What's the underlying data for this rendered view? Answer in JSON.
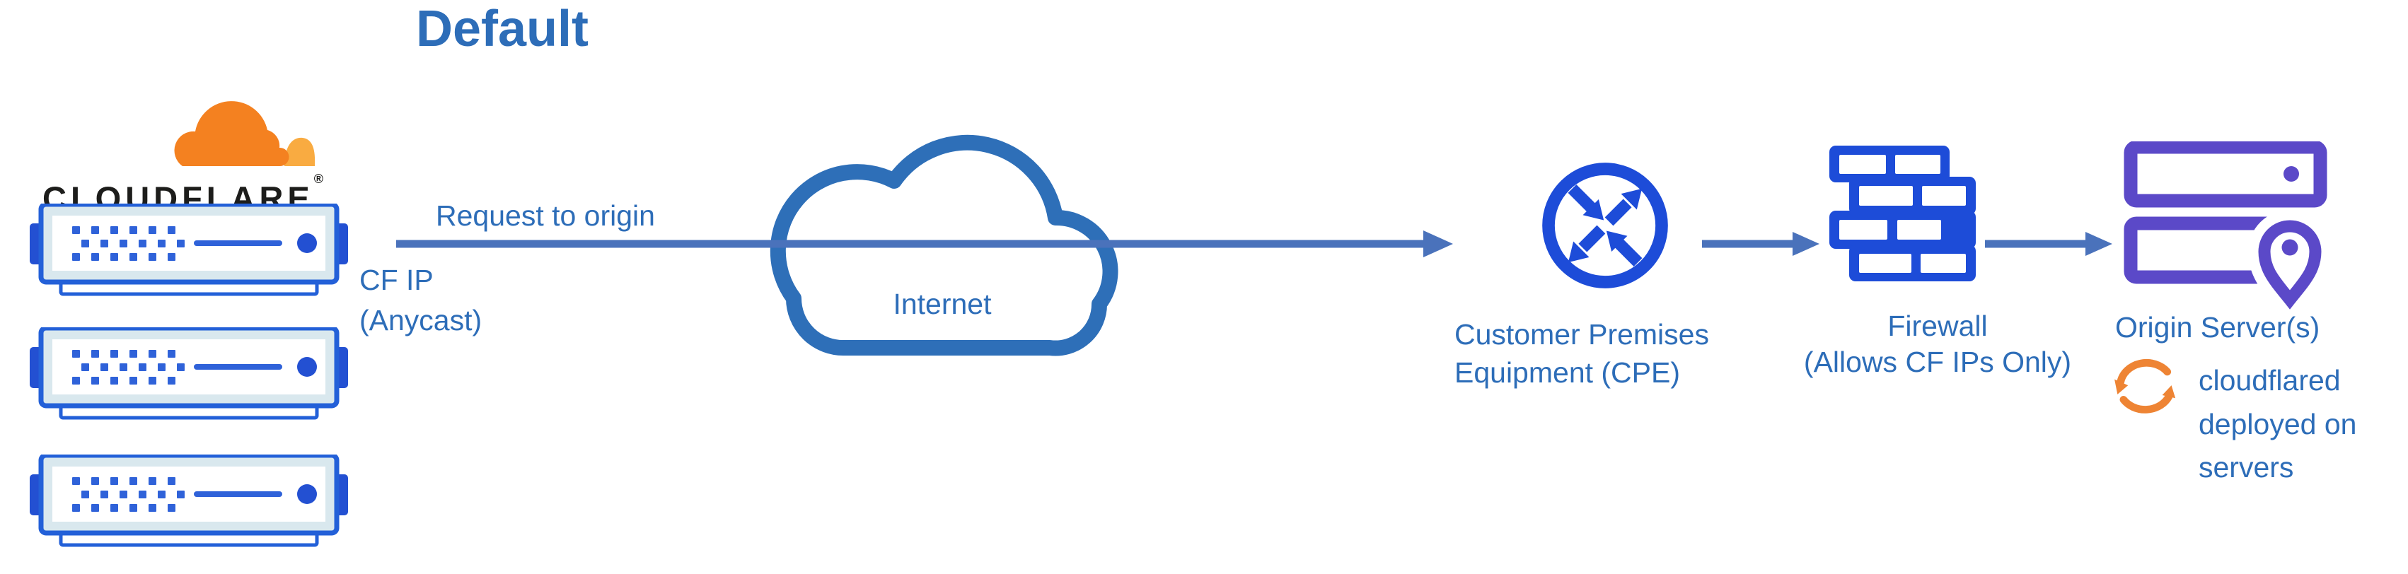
{
  "title": "Default",
  "cloudflare": {
    "wordmark": "CLOUDFLARE",
    "registered_mark": "®"
  },
  "connector": {
    "request_label": "Request to origin",
    "cf_ip_label": "CF IP\n(Anycast)"
  },
  "internet": {
    "label": "Internet"
  },
  "cpe": {
    "label": "Customer Premises\nEquipment (CPE)"
  },
  "firewall": {
    "label": "Firewall\n(Allows CF IPs Only)"
  },
  "origin": {
    "label": "Origin Server(s)",
    "note": "cloudflared\ndeployed on\nservers"
  },
  "icons": {
    "cloudflare_logo": "cloudflare-cloud-logo",
    "edge_server": "rack-server-icon",
    "internet": "cloud-outline-icon",
    "cpe": "router-exchange-arrows-icon",
    "firewall": "brick-wall-icon",
    "origin_server": "server-stack-location-pin-icon",
    "cloudflared": "sync-arrows-icon"
  },
  "colors": {
    "heading_text": "#2d6db8",
    "label_text": "#2d6db8",
    "connector_line": "#4a72bb",
    "icon_blue": "#1d4cd8",
    "server_border_blue": "#2360d8",
    "server_panel_pale": "#d9e8ee",
    "server_dot_blue": "#2f62d9",
    "internet_cloud_blue": "#2e6fb8",
    "origin_purple": "#5b49c8",
    "cloudflare_orange": "#f48120",
    "cloudflare_orange_light": "#f9ab41",
    "sync_orange": "#ee8434",
    "wordmark_black": "#1d1d1b"
  }
}
